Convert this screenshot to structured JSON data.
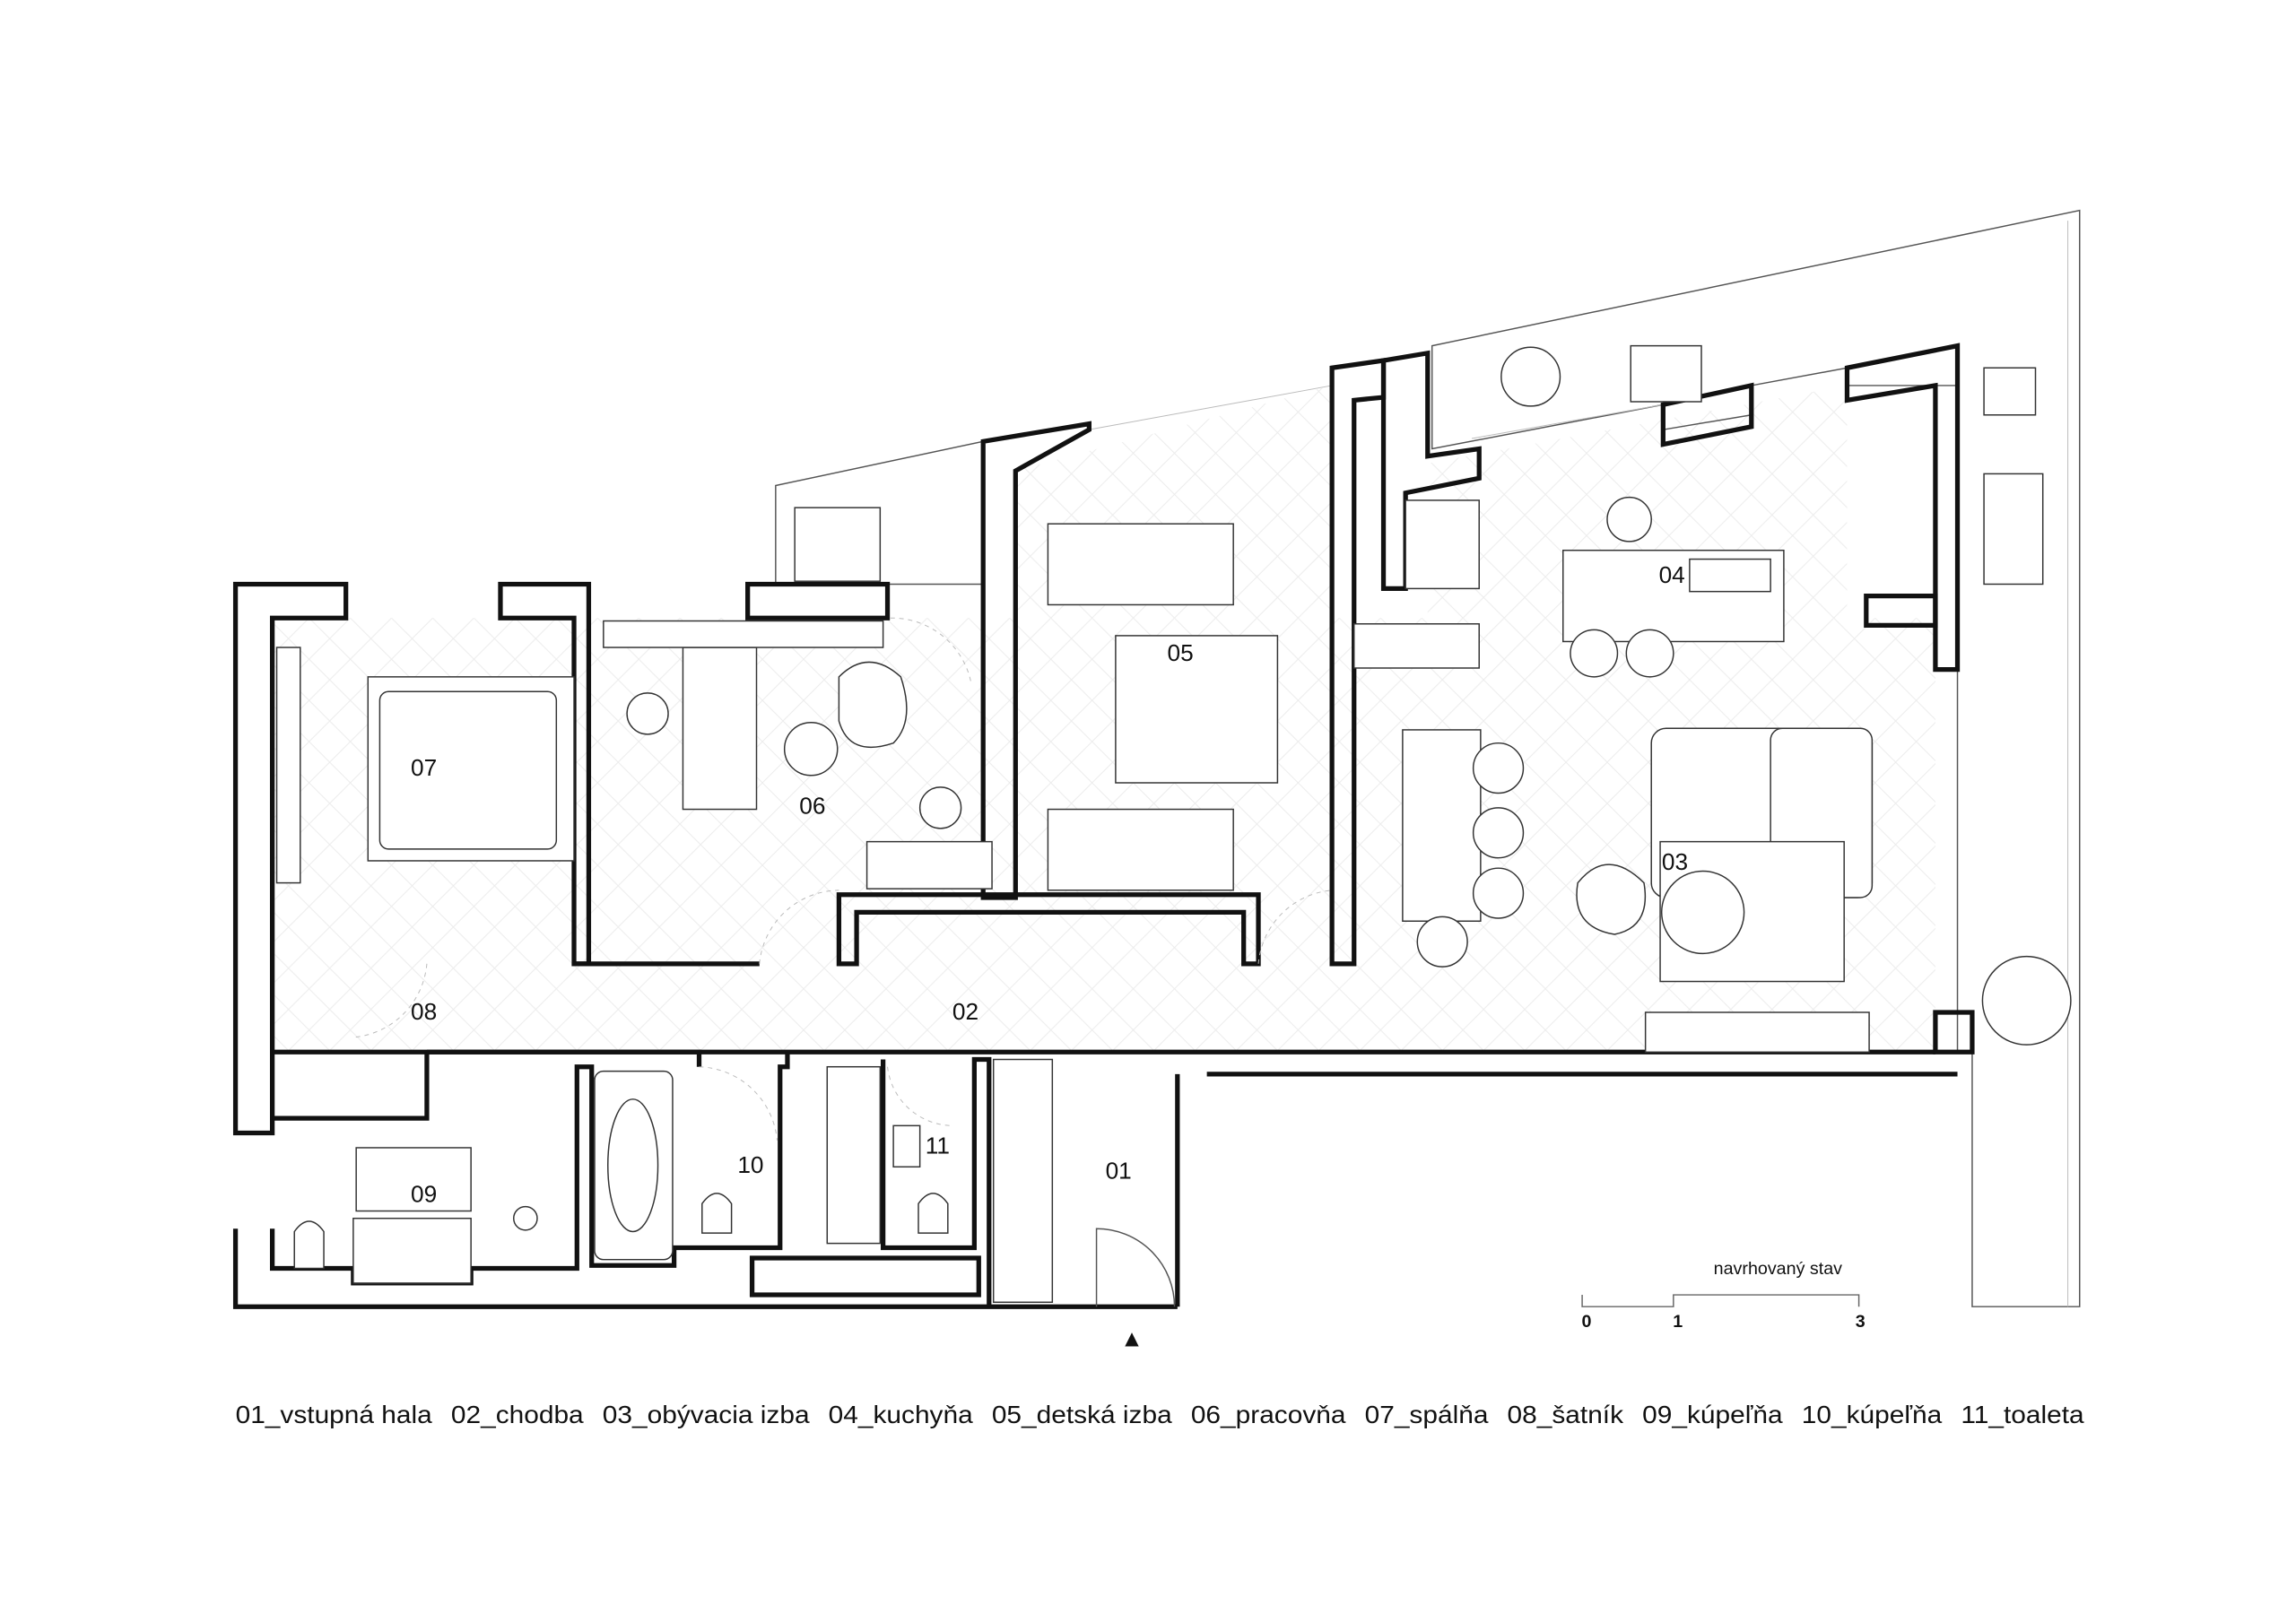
{
  "plan": {
    "rooms": [
      {
        "id": "01"
      },
      {
        "id": "02"
      },
      {
        "id": "03"
      },
      {
        "id": "04"
      },
      {
        "id": "05"
      },
      {
        "id": "06"
      },
      {
        "id": "07"
      },
      {
        "id": "08"
      },
      {
        "id": "09"
      },
      {
        "id": "10"
      },
      {
        "id": "11"
      }
    ],
    "legend": [
      "01_vstupná hala",
      "02_chodba",
      "03_obývacia izba",
      "04_kuchyňa",
      "05_detská izba",
      "06_pracovňa",
      "07_spálňa",
      "08_šatník",
      "09_kúpeľňa",
      "10_kúpeľňa",
      "11_toaleta"
    ],
    "scale": {
      "title": "navrhovaný stav",
      "ticks": [
        "0",
        "1",
        "3"
      ]
    },
    "entrance_marker": "▲"
  }
}
